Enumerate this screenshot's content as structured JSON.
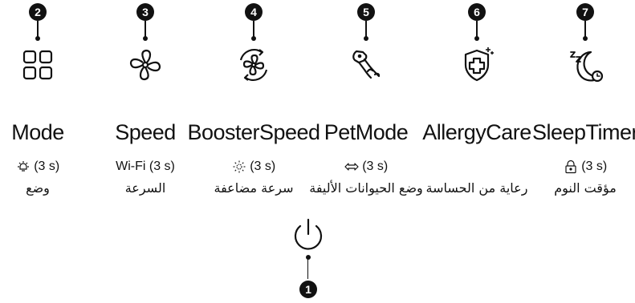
{
  "items": [
    {
      "num": "2",
      "icon": "mode-grid-icon",
      "label": "Mode",
      "sub_icon": "wifi-sun-icon",
      "sub_text": "(3 s)",
      "arabic": "وضع"
    },
    {
      "num": "3",
      "icon": "fan-icon",
      "label": "Speed",
      "sub_icon": "",
      "sub_text": "Wi-Fi (3 s)",
      "arabic": "السرعة"
    },
    {
      "num": "4",
      "icon": "booster-fan-icon",
      "label": "BoosterSpeed",
      "sub_icon": "light-icon",
      "sub_text": "(3 s)",
      "arabic": "سرعة مضاعفة"
    },
    {
      "num": "5",
      "icon": "pet-icon",
      "label": "PetMode",
      "sub_icon": "double-arrow-icon",
      "sub_text": "(3 s)",
      "arabic": "وضع الحيوانات الأليفة"
    },
    {
      "num": "6",
      "icon": "allergy-shield-icon",
      "label": "AllergyCare",
      "sub_icon": "",
      "sub_text": "",
      "arabic": "رعاية من الحساسة"
    },
    {
      "num": "7",
      "icon": "sleep-timer-icon",
      "label": "SleepTimer",
      "sub_icon": "lock-icon",
      "sub_text": "(3 s)",
      "arabic": "مؤقت النوم"
    }
  ],
  "power": {
    "num": "1",
    "icon": "power-icon"
  }
}
